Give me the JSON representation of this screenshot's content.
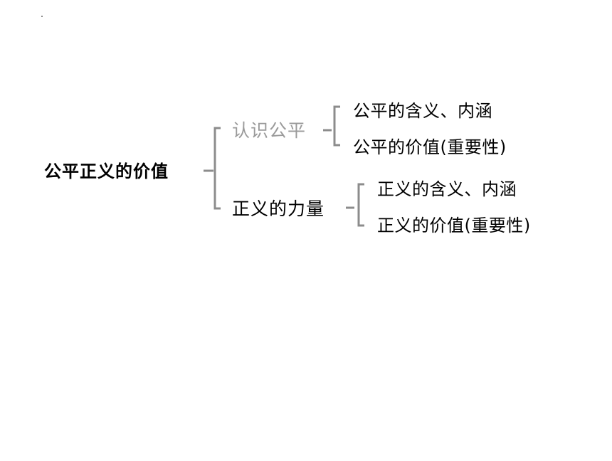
{
  "diagram": {
    "root": {
      "label": "公平正义的价值"
    },
    "branches": [
      {
        "label": "认识公平",
        "children": [
          {
            "label": "公平的含义、内涵"
          },
          {
            "label": "公平的价值(重要性)"
          }
        ]
      },
      {
        "label": "正义的力量",
        "children": [
          {
            "label": "正义的含义、内涵"
          },
          {
            "label": "正义的价值(重要性)"
          }
        ]
      }
    ]
  },
  "colors": {
    "connector": "#8c8c8c",
    "text": "#000000",
    "faded_text": "#9a9a9a",
    "background": "#ffffff"
  }
}
